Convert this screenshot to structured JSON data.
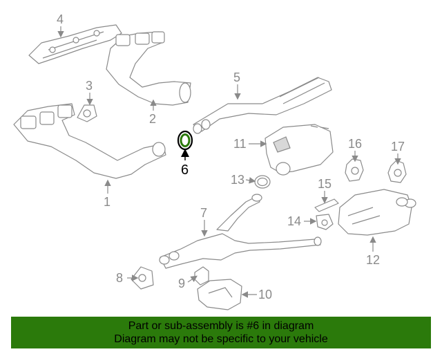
{
  "callouts": {
    "c1": "1",
    "c2": "2",
    "c3": "3",
    "c4": "4",
    "c5": "5",
    "c6": "6",
    "c7": "7",
    "c8": "8",
    "c9": "9",
    "c10": "10",
    "c11": "11",
    "c12": "12",
    "c13": "13",
    "c14": "14",
    "c15": "15",
    "c16": "16",
    "c17": "17"
  },
  "highlight_part": "6",
  "colors": {
    "banner": "#2b7a0b",
    "highlight": "#2b7a0b",
    "line": "#8a8a8a"
  },
  "banner": {
    "line1": "Part or sub-assembly is #6 in diagram",
    "line2": "Diagram may not be specific to your vehicle"
  }
}
